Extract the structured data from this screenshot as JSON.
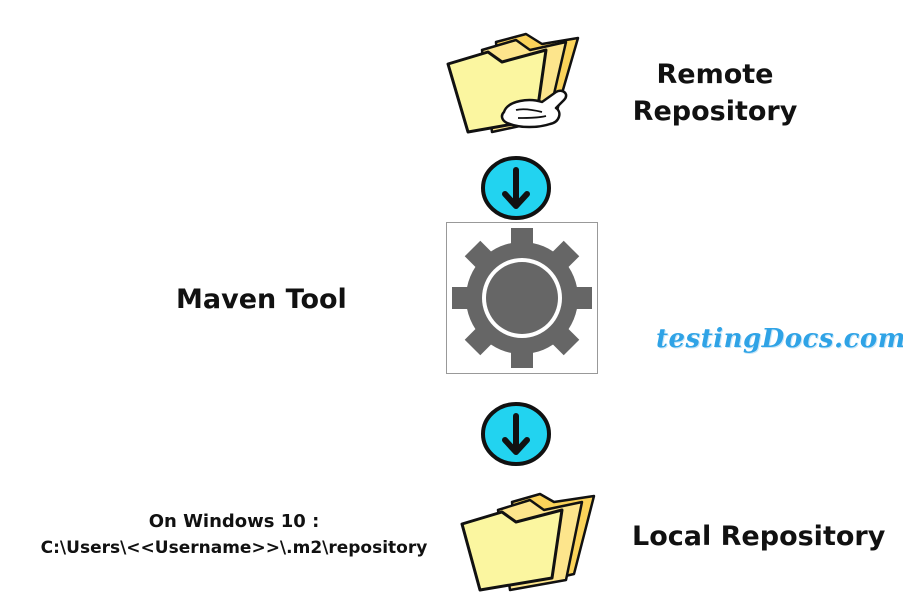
{
  "remote": {
    "line1": "Remote",
    "line2": "Repository",
    "icon": "folder-with-hand-icon"
  },
  "tool": {
    "label": "Maven Tool",
    "icon": "gear-icon"
  },
  "local": {
    "label": "Local Repository",
    "icon": "folder-icon",
    "path_line1": "On Windows 10 :",
    "path_line2": "C:\\Users\\<<Username>>\\.m2\\repository"
  },
  "arrow_icon": "down-arrow-icon",
  "watermark": "testingDocs.com",
  "colors": {
    "folder_fill": "#fbf6a0",
    "folder_back": "#fbd35a",
    "arrow_circle": "#22d3f0",
    "gear": "#666666",
    "watermark": "#2fa3e6"
  }
}
